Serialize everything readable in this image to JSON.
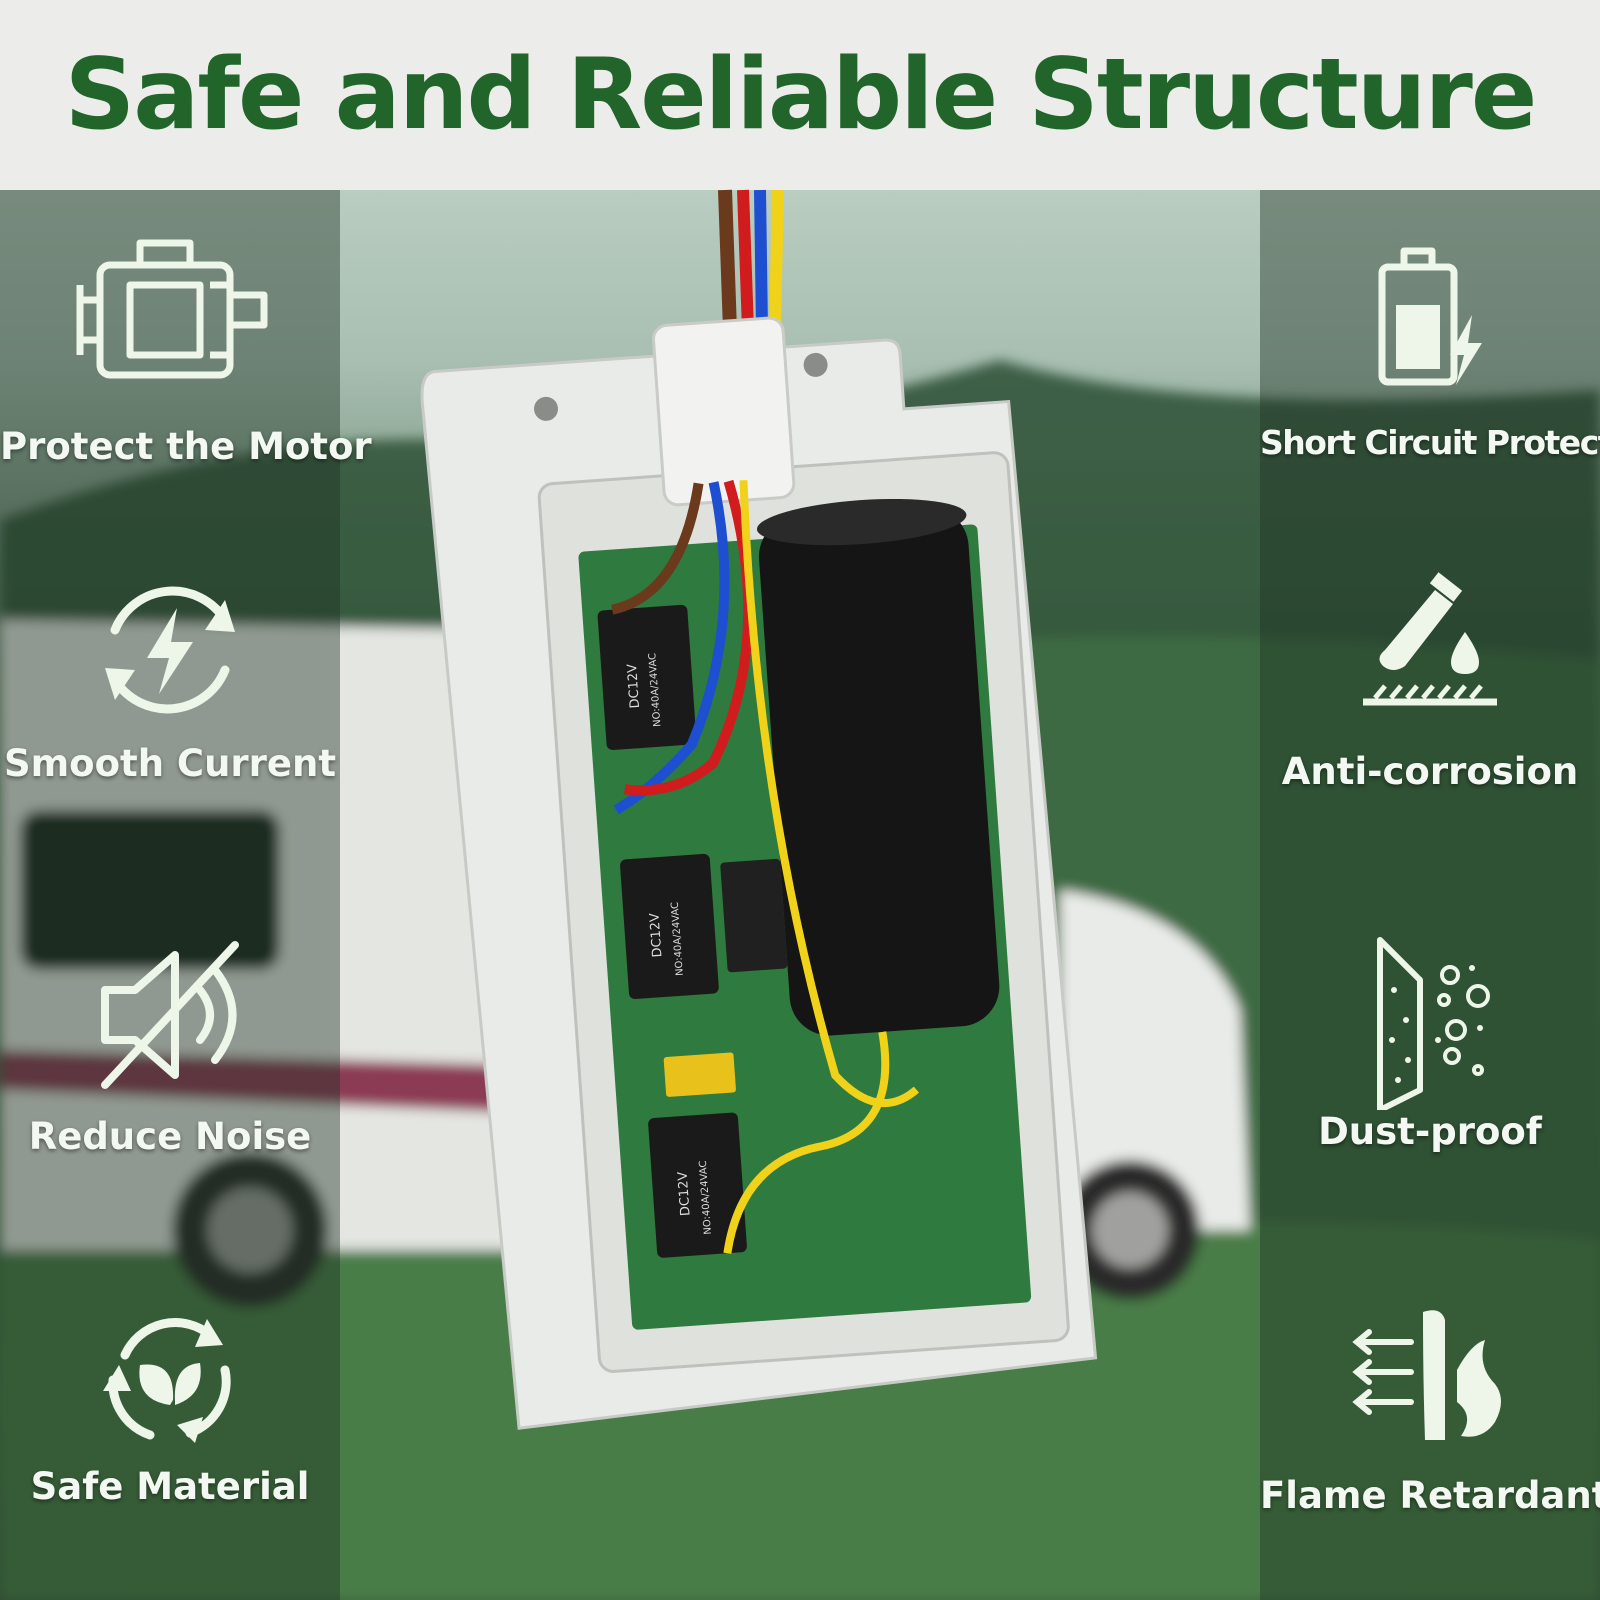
{
  "title": "Safe and Reliable Structure",
  "colors": {
    "title": "#21652a",
    "banner": "#ececea",
    "icon": "#eef6ea"
  },
  "features_left": [
    {
      "label": "Protect the Motor",
      "icon": "motor-icon"
    },
    {
      "label": "Smooth Current",
      "icon": "lightning-cycle-icon"
    },
    {
      "label": "Reduce Noise",
      "icon": "mute-speaker-icon"
    },
    {
      "label": "Safe Material",
      "icon": "recycle-leaf-icon"
    }
  ],
  "features_right": [
    {
      "label": "Short Circuit Protection",
      "icon": "battery-bolt-icon"
    },
    {
      "label": "Anti-corrosion",
      "icon": "test-tube-drop-icon"
    },
    {
      "label": "Dust-proof",
      "icon": "filter-particles-icon"
    },
    {
      "label": "Flame Retardant",
      "icon": "fire-shield-icon"
    }
  ],
  "product": {
    "relay_labels": [
      "DC12V",
      "NO:40A/24VAC"
    ]
  }
}
